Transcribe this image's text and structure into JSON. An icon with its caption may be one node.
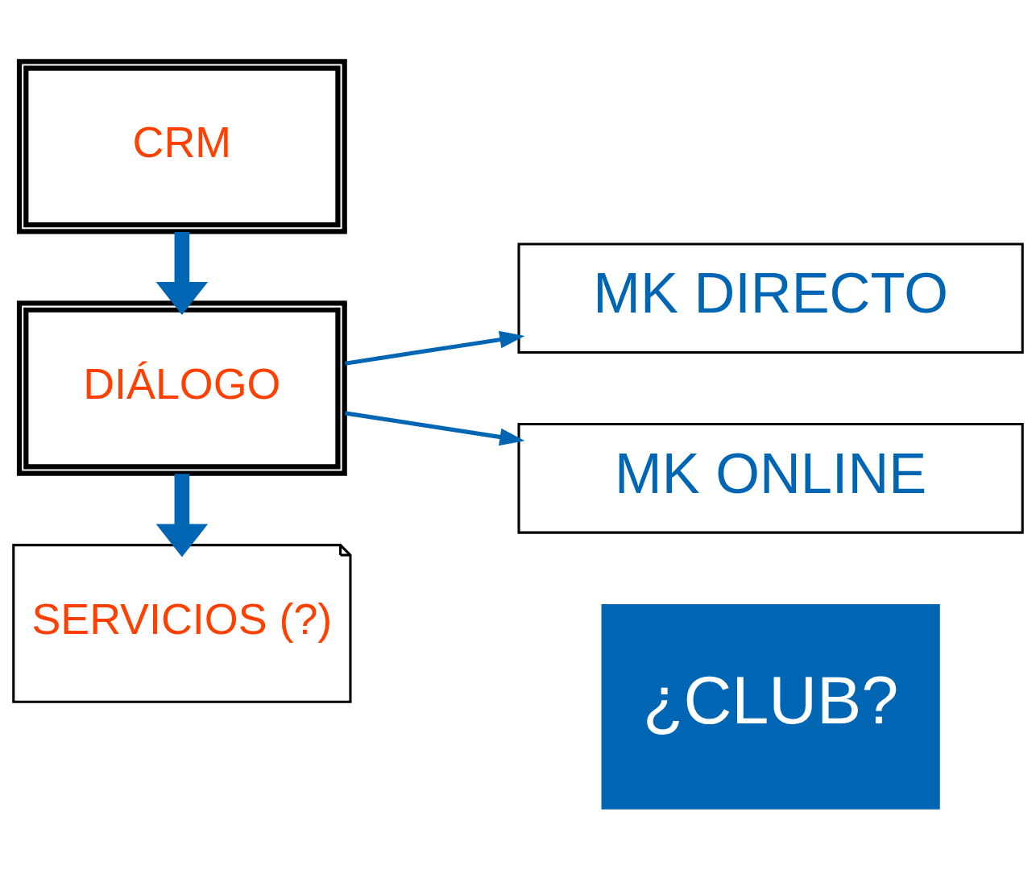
{
  "diagram": {
    "nodes": [
      {
        "text": [
          "CRM"
        ]
      },
      {
        "text": [
          "DIÁLOGO"
        ]
      },
      {
        "text": [
          "MK DIRECTO"
        ]
      },
      {
        "text": [
          "MK ONLINE"
        ]
      },
      {
        "text": [
          "SERVICIOS (?)"
        ]
      },
      {
        "text": [
          "¿CLUB?"
        ]
      }
    ],
    "edges": [
      {
        "from": 0,
        "to": 1,
        "arrow": "to",
        "style": "thick"
      },
      {
        "from": 1,
        "to": 2,
        "arrow": "to"
      },
      {
        "from": 1,
        "to": 3,
        "arrow": "to"
      },
      {
        "from": 1,
        "to": 4,
        "arrow": "to",
        "style": "thick"
      }
    ]
  }
}
